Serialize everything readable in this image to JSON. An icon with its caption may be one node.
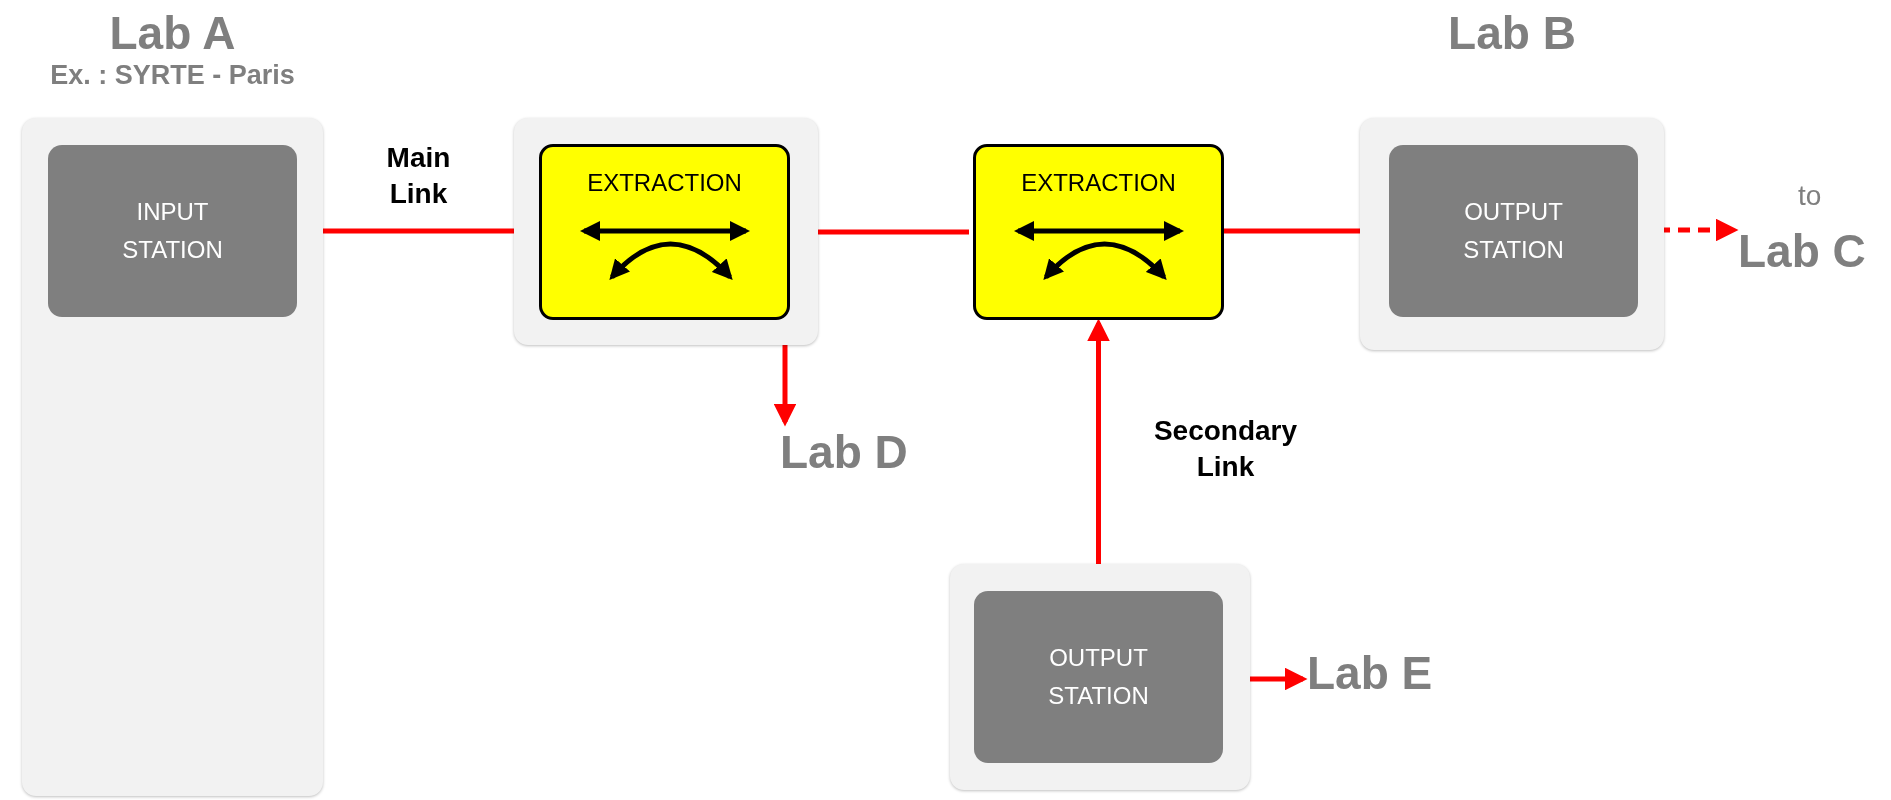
{
  "diagram": {
    "nodes": [
      {
        "text": [
          "Lab A",
          "Ex. : SYRTE - Paris"
        ]
      },
      {
        "text": [
          "INPUT STATION"
        ],
        "in": 0
      },
      {
        "text": [],
        "shape": "box"
      },
      {
        "text": [
          "EXTRACTION"
        ],
        "in": 2
      },
      {
        "text": [
          "EXTRACTION"
        ]
      },
      {
        "text": [
          "Lab B"
        ]
      },
      {
        "text": [
          "OUTPUT STATION"
        ],
        "in": 5
      },
      {
        "text": [
          "to",
          "Lab C"
        ]
      },
      {
        "text": [
          "Lab D"
        ]
      },
      {
        "text": [],
        "shape": "box"
      },
      {
        "text": [
          "OUTPUT STATION"
        ],
        "in": 9
      },
      {
        "text": [
          "Lab E"
        ]
      }
    ],
    "edges": [
      {
        "from": 3,
        "to": 1,
        "arrow": "to",
        "label": "Main Link"
      },
      {
        "from": 3,
        "to": 4,
        "arrow": "none"
      },
      {
        "from": 4,
        "to": 6,
        "arrow": "to"
      },
      {
        "from": 6,
        "to": 7,
        "arrow": "to",
        "style": "dashed"
      },
      {
        "from": 3,
        "to": 8,
        "arrow": "to"
      },
      {
        "from": 4,
        "to": 10,
        "arrow": "both",
        "label": "Secondary Link"
      },
      {
        "from": 10,
        "to": 11,
        "arrow": "to"
      }
    ]
  }
}
